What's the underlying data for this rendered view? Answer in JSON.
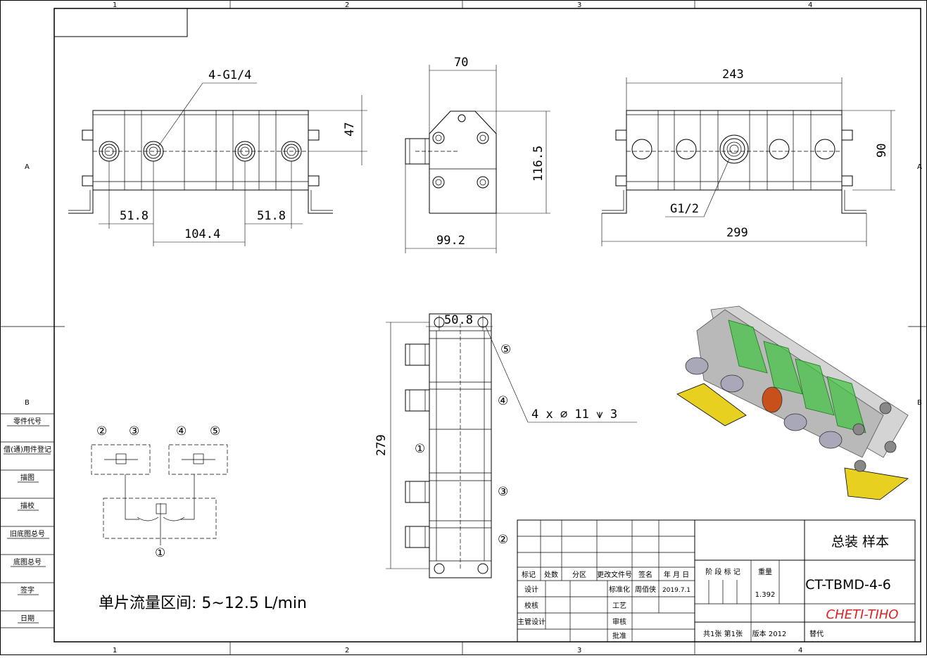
{
  "border": {
    "zone_numbers": [
      "1",
      "2",
      "3",
      "4"
    ],
    "zone_letters": [
      "A",
      "B"
    ]
  },
  "side_strip": [
    "零件代号",
    "借(通)用件登记",
    "描图",
    "描校",
    "旧底图总号",
    "底图总号",
    "签字",
    "日期"
  ],
  "front_view": {
    "port_label": "4-G1/4",
    "dim_height": "47",
    "dim_left_pitch": "51.8",
    "dim_center_pitch": "104.4",
    "dim_right_pitch": "51.8"
  },
  "side_view": {
    "dim_width": "70",
    "dim_height": "116.5",
    "dim_overall_width": "99.2"
  },
  "rear_view": {
    "dim_length": "243",
    "dim_height": "90",
    "port_label": "G1/2",
    "dim_overall_length": "299"
  },
  "bottom_view": {
    "dim_hole_spacing": "50.8",
    "dim_length": "279",
    "hole_note": "4 x ⌀ 11 ⩛ 3",
    "markers": [
      "⑤",
      "④",
      "①",
      "③",
      "②"
    ]
  },
  "schematic": {
    "top_labels": [
      "②",
      "③",
      "④",
      "⑤"
    ],
    "bottom_label": "①"
  },
  "flow_note": "单片流量区间: 5~12.5 L/min",
  "title_block": {
    "header": [
      "标记",
      "处数",
      "分区",
      "更改文件号",
      "签名",
      "年 月 日"
    ],
    "row_designer": {
      "role": "设计",
      "std_label": "标准化",
      "name": "周佰侠",
      "date": "2019.7.1"
    },
    "row_check": {
      "role": "校核",
      "label": "工艺"
    },
    "row_manager": {
      "role": "主管设计",
      "label": "审核"
    },
    "row_approve": {
      "label": "批准"
    },
    "stage_label": "阶 段 标 记",
    "weight_label": "重量",
    "weight_value": "1.392",
    "drawing_title": "总装 样本",
    "drawing_number": "CT-TBMD-4-6",
    "company": "CHETI-TIHO",
    "sheets": "共1张  第1张",
    "version": "版本 2012",
    "replace_label": "替代"
  },
  "colors": {
    "line": "#000000",
    "company_text": "#e02020",
    "bracket_yellow": "#e8d020",
    "section_green": "#3ec43e",
    "port_orange": "#c8501a"
  }
}
